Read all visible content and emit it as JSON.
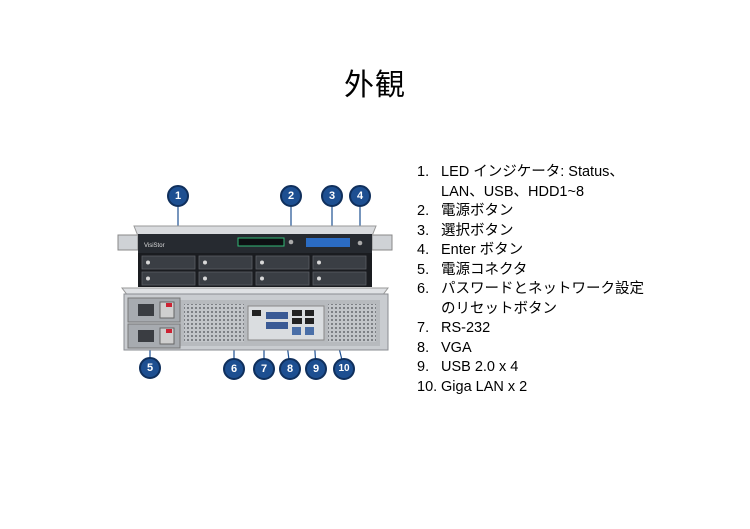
{
  "page": {
    "title": "外観"
  },
  "device": {
    "brand_label": "VisiStor",
    "callouts": [
      "1",
      "2",
      "3",
      "4",
      "5",
      "6",
      "7",
      "8",
      "9",
      "10"
    ]
  },
  "features": [
    {
      "num": "1.",
      "lines": [
        "LED インジケータ: Status、",
        "LAN、USB、HDD1~8"
      ]
    },
    {
      "num": "2.",
      "lines": [
        "電源ボタン"
      ]
    },
    {
      "num": "3.",
      "lines": [
        "選択ボタン"
      ]
    },
    {
      "num": "4.",
      "lines": [
        "Enter ボタン"
      ]
    },
    {
      "num": "5.",
      "lines": [
        "電源コネクタ"
      ]
    },
    {
      "num": "6.",
      "lines": [
        "パスワードとネットワーク設定",
        "のリセットボタン"
      ]
    },
    {
      "num": "7.",
      "lines": [
        "RS-232"
      ]
    },
    {
      "num": "8.",
      "lines": [
        "VGA"
      ]
    },
    {
      "num": "9.",
      "lines": [
        "USB 2.0 x 4"
      ]
    },
    {
      "num": "10.",
      "lines": [
        "Giga LAN x 2"
      ]
    }
  ]
}
